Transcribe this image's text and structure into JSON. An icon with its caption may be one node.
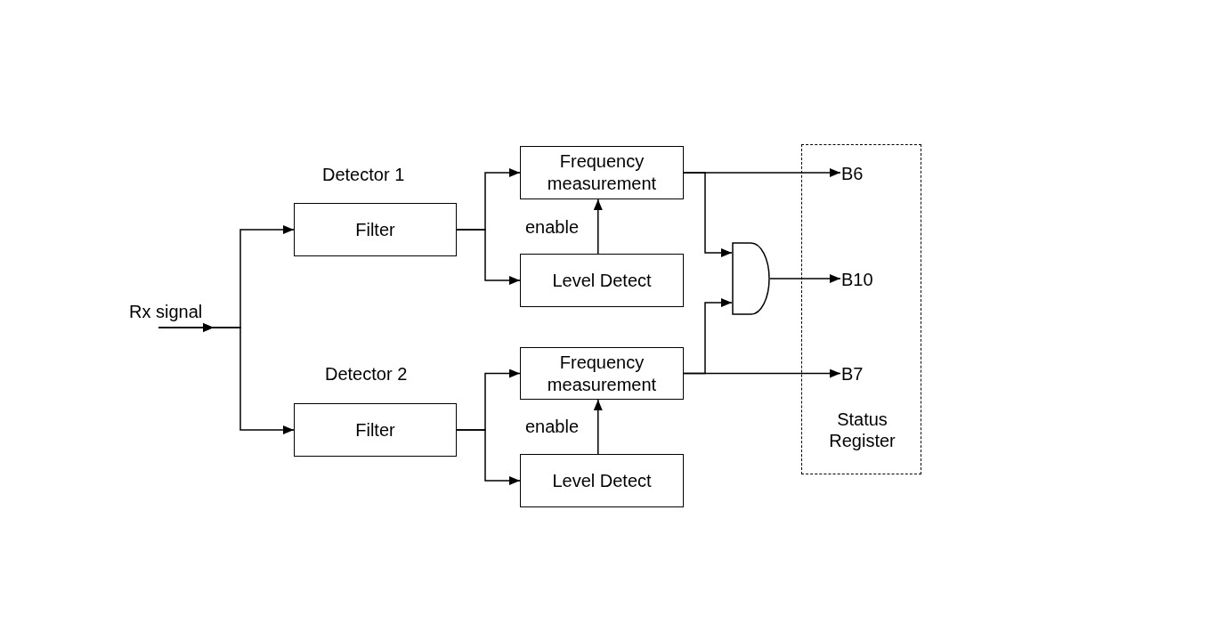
{
  "diagram": {
    "nodes": [
      {
        "text": [
          "Rx signal"
        ]
      },
      {
        "text": [
          "Filter"
        ],
        "beside": [
          "Detector 1"
        ]
      },
      {
        "text": [
          "Frequency measurement"
        ]
      },
      {
        "text": [
          "Level Detect"
        ]
      },
      {
        "text": [
          "Filter"
        ],
        "beside": [
          "Detector 2"
        ]
      },
      {
        "text": [
          "Frequency measurement"
        ]
      },
      {
        "text": [
          "Level Detect"
        ]
      },
      {
        "text": [],
        "shape": "gate"
      },
      {
        "text": [
          "Status Register"
        ]
      },
      {
        "text": [
          "B6"
        ],
        "in": 8
      },
      {
        "text": [
          "B10"
        ],
        "in": 8
      },
      {
        "text": [
          "B7"
        ],
        "in": 8
      }
    ],
    "edges": [
      {
        "from": 0,
        "to": 1,
        "arrow": "to"
      },
      {
        "from": 0,
        "to": 4,
        "arrow": "to"
      },
      {
        "from": 1,
        "to": 2,
        "arrow": "to"
      },
      {
        "from": 1,
        "to": 3,
        "arrow": "to"
      },
      {
        "from": 3,
        "to": 2,
        "arrow": "to",
        "label": "enable"
      },
      {
        "from": 4,
        "to": 5,
        "arrow": "to"
      },
      {
        "from": 4,
        "to": 6,
        "arrow": "to"
      },
      {
        "from": 6,
        "to": 5,
        "arrow": "to",
        "label": "enable"
      },
      {
        "from": 2,
        "to": 9,
        "arrow": "to"
      },
      {
        "from": 2,
        "to": 7,
        "arrow": "to"
      },
      {
        "from": 5,
        "to": 11,
        "arrow": "to"
      },
      {
        "from": 5,
        "to": 7,
        "arrow": "to"
      },
      {
        "from": 7,
        "to": 10,
        "arrow": "to"
      }
    ]
  }
}
